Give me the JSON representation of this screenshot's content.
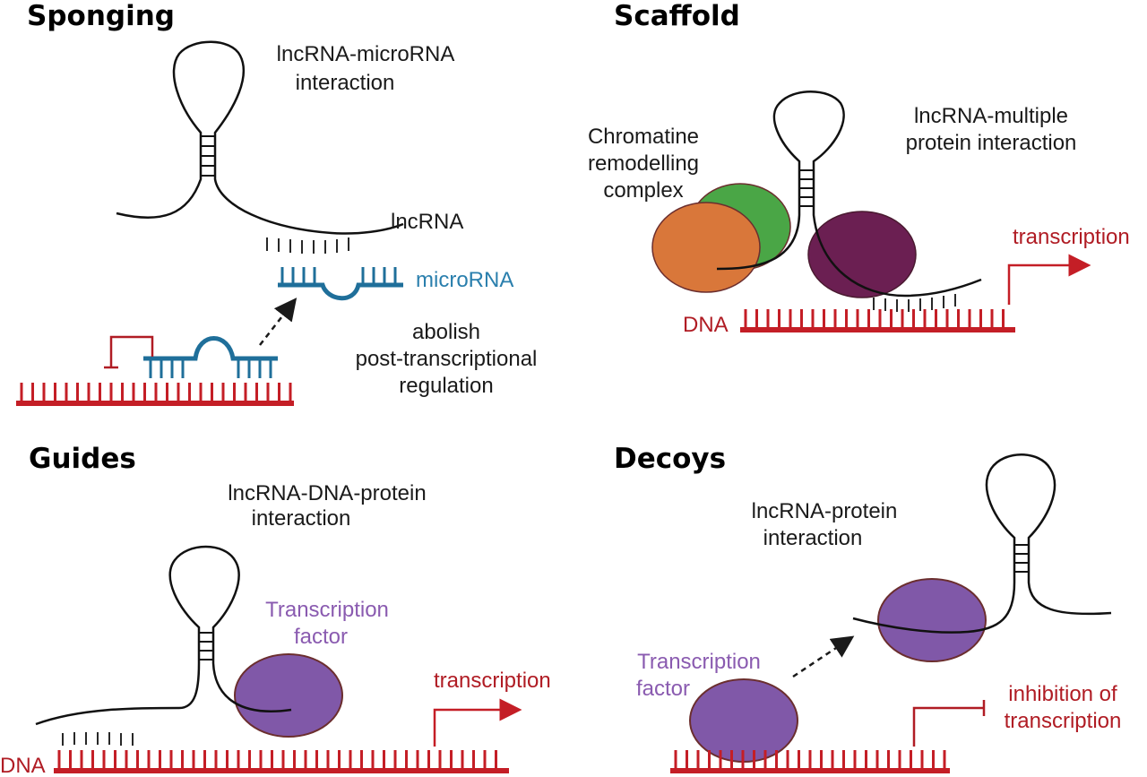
{
  "colors": {
    "dna": "#c41e26",
    "microrna": "#1f6f9a",
    "microrna_text": "#2a7fad",
    "tf_fill": "#8058a8",
    "tf_stroke": "#6b2e2e",
    "tf_text": "#8a5bb0",
    "orange": "#d9773a",
    "green": "#4aa646",
    "maroon": "#6b1f52",
    "arrow_red": "#b01c24"
  },
  "panels": {
    "sponging": {
      "title": "Sponging",
      "interaction": [
        "lncRNA-microRNA",
        "interaction"
      ],
      "lncrna_label": "lncRNA",
      "microrna_label": "microRNA",
      "effect": [
        "abolish",
        "post-transcriptional",
        "regulation"
      ]
    },
    "scaffold": {
      "title": "Scaffold",
      "complex_label": [
        "Chromatine",
        "remodelling",
        "complex"
      ],
      "interaction": [
        "lncRNA-multiple",
        "protein interaction"
      ],
      "transcription_label": "transcription",
      "dna_label": "DNA"
    },
    "guides": {
      "title": "Guides",
      "interaction": [
        "lncRNA-DNA-protein",
        "interaction"
      ],
      "tf_label": [
        "Transcription",
        "factor"
      ],
      "transcription_label": "transcription",
      "dna_label": "DNA"
    },
    "decoys": {
      "title": "Decoys",
      "interaction": [
        "lncRNA-protein",
        "interaction"
      ],
      "tf_label": [
        "Transcription",
        "factor"
      ],
      "inhibition_label": [
        "inhibition of",
        "transcription"
      ]
    }
  }
}
